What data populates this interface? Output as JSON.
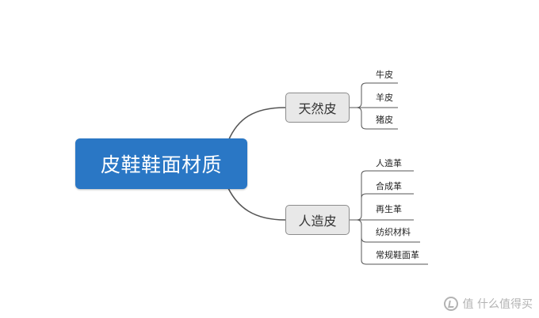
{
  "diagram": {
    "root": "皮鞋鞋面材质",
    "branches": [
      {
        "label": "天然皮",
        "leaves": [
          "牛皮",
          "羊皮",
          "猪皮"
        ]
      },
      {
        "label": "人造皮",
        "leaves": [
          "人造革",
          "合成革",
          "再生革",
          "纺织材料",
          "常规鞋面革"
        ]
      }
    ]
  },
  "watermark": {
    "text": "值 什么值得买"
  },
  "colors": {
    "root_fill": "#2a77c5",
    "branch_fill": "#e8e8e8",
    "line": "#555555"
  }
}
